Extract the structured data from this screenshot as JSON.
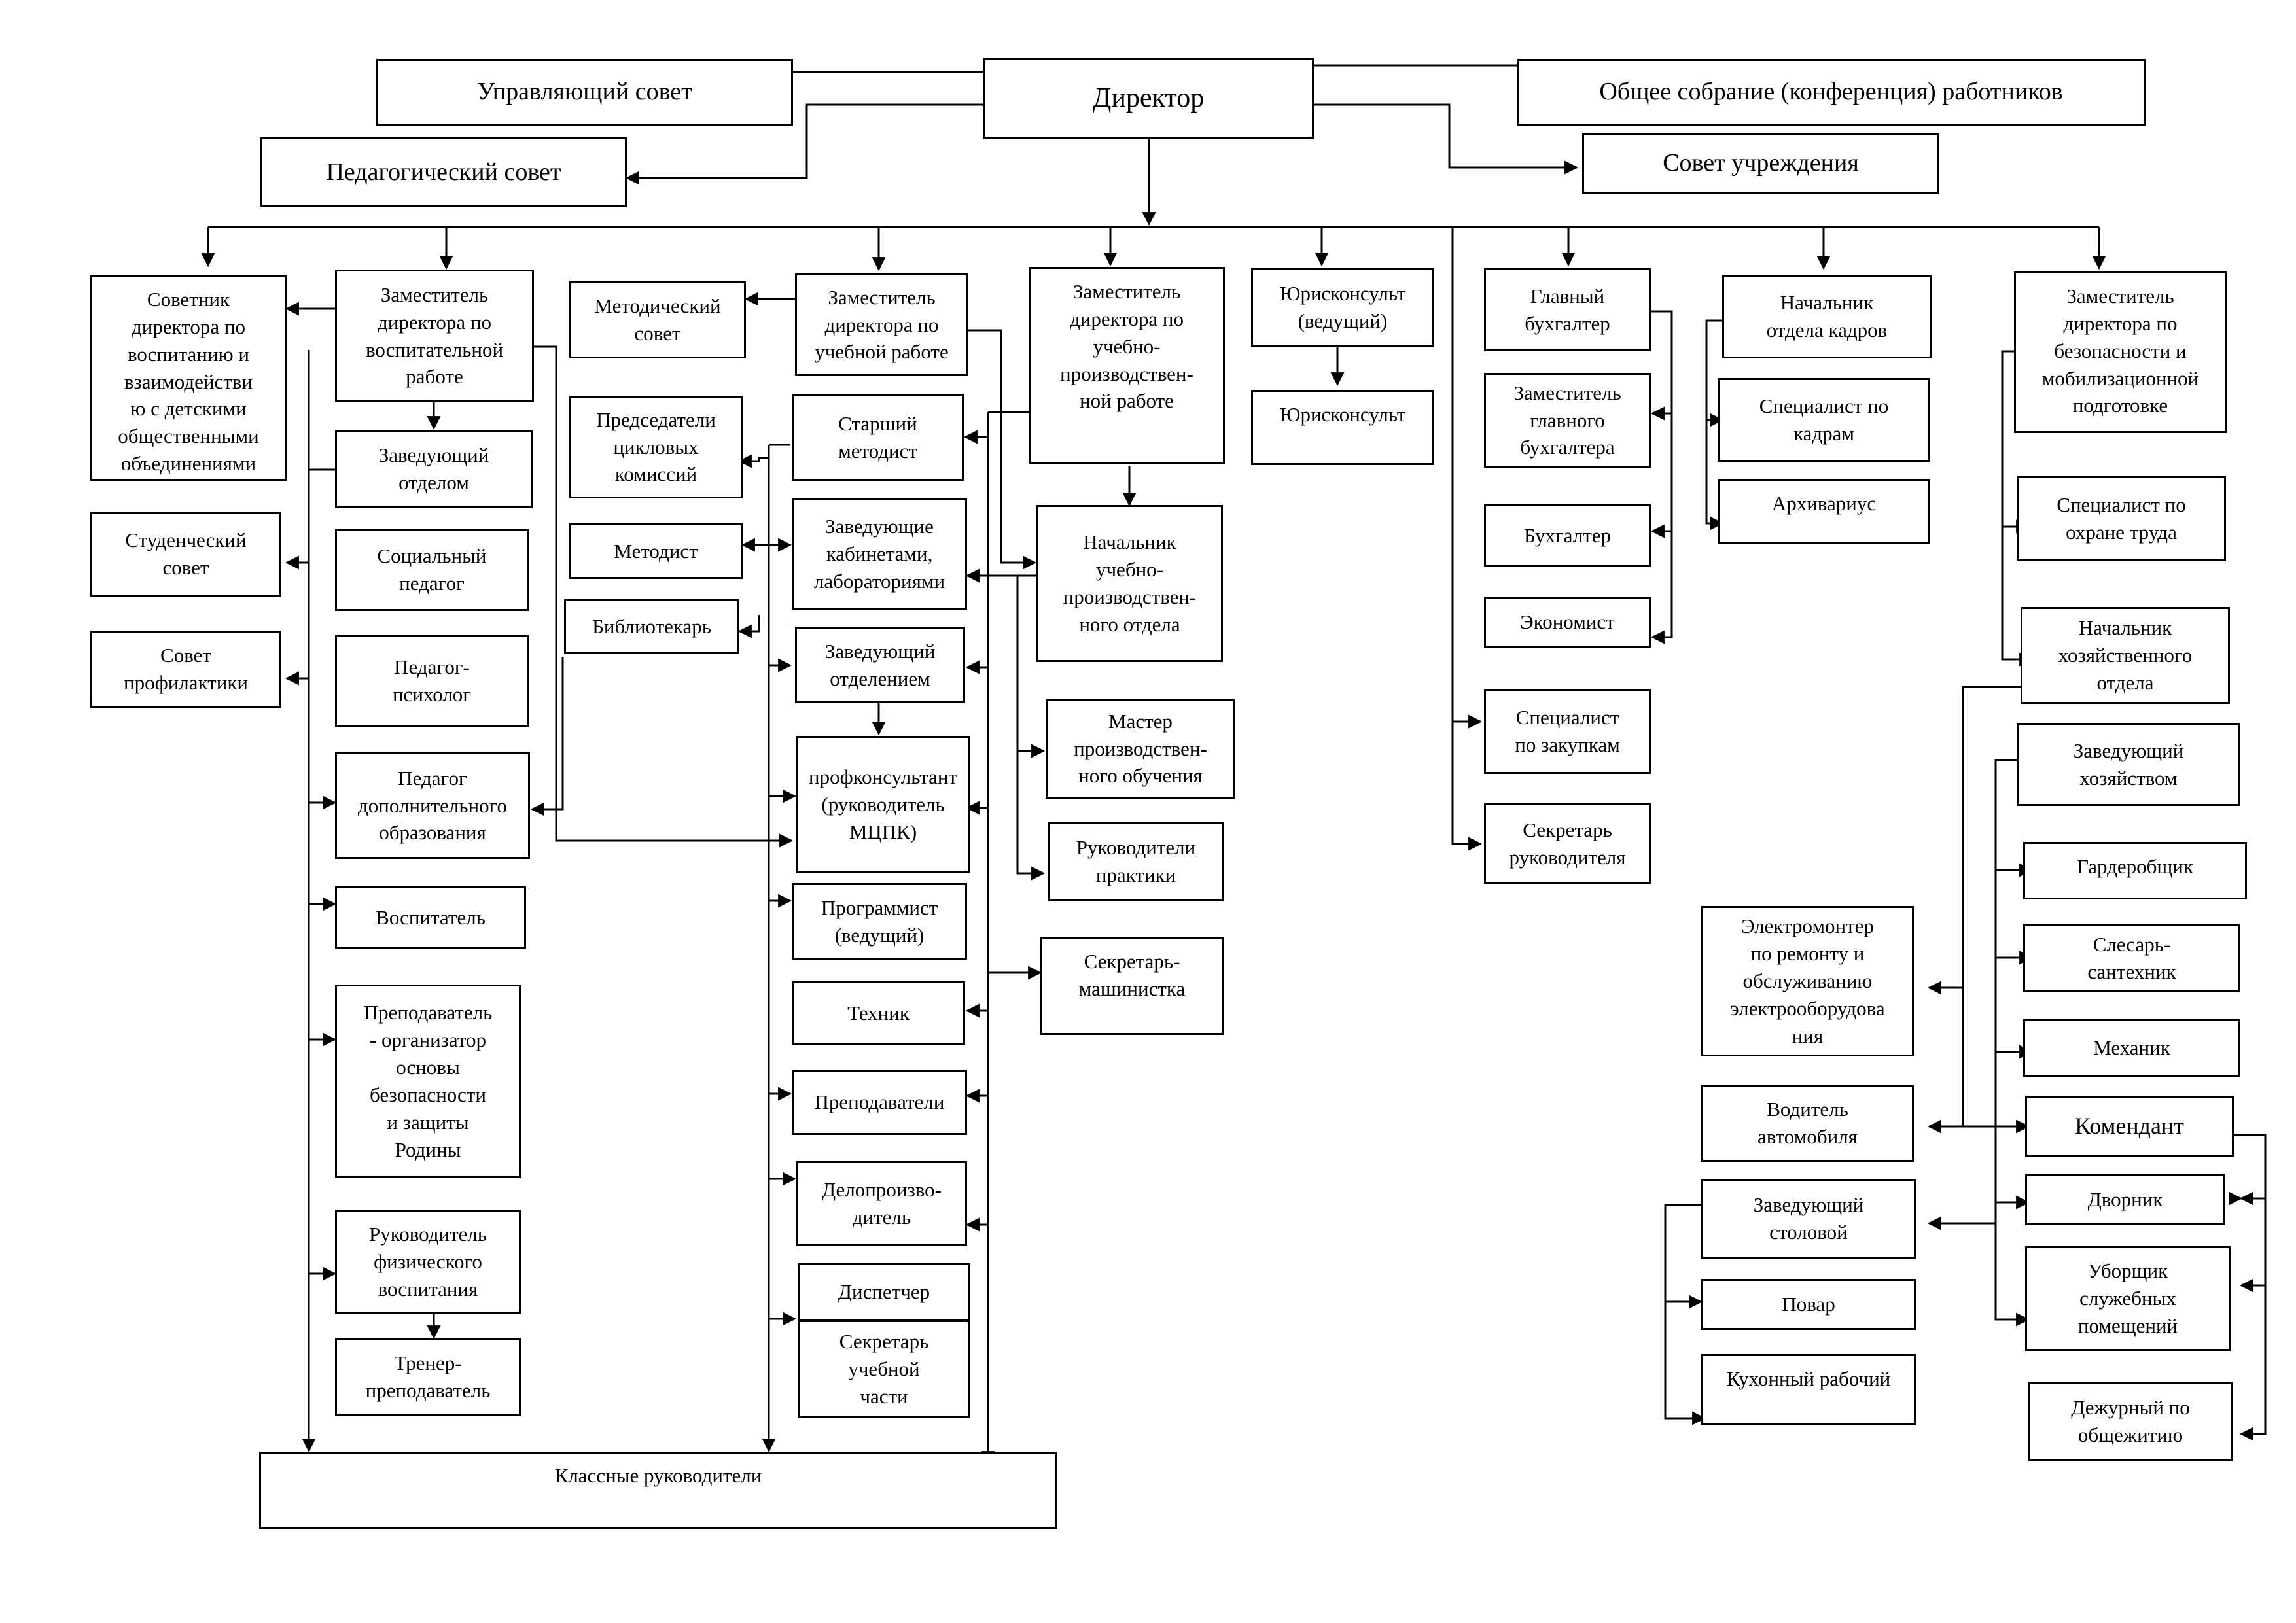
{
  "nodes": {
    "upr_sovet": "Управляющий совет",
    "director": "Директор",
    "obshee": "Общее собрание (конференция) работников",
    "ped_sovet": "Педагогический совет",
    "sovet_uchr": "Совет учреждения",
    "sovetnik": "Советник\nдиректора по\nвоспитанию и\nвзаимодействи\nю с детскими\nобщественными\nобъединениями",
    "zam_vosp": "Заместитель\nдиректора по\nвоспитательной\nработе",
    "stud_sovet": "Студенческий\nсовет",
    "sovet_prof": "Совет\nпрофилактики",
    "zav_otdelom": "Заведующий\nотделом",
    "soc_ped": "Социальный\nпедагог",
    "ped_psih": "Педагог-\nпсихолог",
    "ped_dop": "Педагог\nдополнительного\nобразования",
    "vospitatel": "Воспитатель",
    "prep_org": "Преподаватель\n- организатор\nосновы\nбезопасности\nи защиты\nРодины",
    "ruk_fiz": "Руководитель\nфизического\nвоспитания",
    "trener": "Тренер-\nпреподаватель",
    "klassnye": "Классные руководители",
    "metod_sovet": "Методический\nсовет",
    "predsed": "Председатели\nцикловых\nкомиссий",
    "metodist": "Методист",
    "bibl": "Библиотекарь",
    "zam_ucheb": "Заместитель\nдиректора по\nучебной работе",
    "st_metodist": "Старший\nметодист",
    "zav_kab": "Заведующие\nкабинетами,\nлабораториями",
    "zav_otdeleniem": "Заведующий\nотделением",
    "profkons": "профконсультант\n(руководитель\nМЦПК)",
    "programmist": "Программист\n(ведущий)",
    "tehnik": "Техник",
    "prepodavateli": "Преподаватели",
    "deloproizv": "Делопроизво-\nдитель",
    "dispetcher": "Диспетчер",
    "sekr_uch": "Секретарь\nучебной\nчасти",
    "zam_upr": "Заместитель\nдиректора по\nучебно-\nпроизводствен-\nной работе",
    "nach_upo": "Начальник\nучебно-\nпроизводствен-\nного отдела",
    "master": "Мастер\nпроизводствен-\nного обучения",
    "ruk_prakt": "Руководители\nпрактики",
    "sekr_mash": "Секретарь-\nмашинистка",
    "yur_ved": "Юрисконсульт\n(ведущий)",
    "yur": "Юрисконсульт",
    "gl_buh": "Главный\nбухгалтер",
    "zam_gl_buh": "Заместитель\nглавного\nбухгалтера",
    "buhgalter": "Бухгалтер",
    "ekonomist": "Экономист",
    "spec_zak": "Специалист\nпо закупкам",
    "sekr_ruk": "Секретарь\nруководителя",
    "nach_kadr": "Начальник\nотдела кадров",
    "spec_kadr": "Специалист по\nкадрам",
    "arhivarius": "Архивариус",
    "zam_bez": "Заместитель\nдиректора по\nбезопасности и\nмобилизационной\nподготовке",
    "spec_ohr": "Специалист по\nохране труда",
    "nach_hoz": "Начальник\nхозяйственного\nотдела",
    "zav_hoz": "Заведующий\nхозяйством",
    "garderob": "Гардеробщик",
    "slesar": "Слесарь-\nсантехник",
    "mehanik": "Механик",
    "komendant": "Комендант",
    "dvornik": "Дворник",
    "uborshik": "Уборщик\nслужебных\nпомещений",
    "dezhurny": "Дежурный по\nобщежитию",
    "elektromonter": "Электромонтер\nпо ремонту и\nобслуживанию\nэлектрооборудова\nния",
    "voditel": "Водитель\nавтомобиля",
    "zav_stol": "Заведующий\nстоловой",
    "povar": "Повар",
    "kuhon": "Кухонный рабочий"
  }
}
